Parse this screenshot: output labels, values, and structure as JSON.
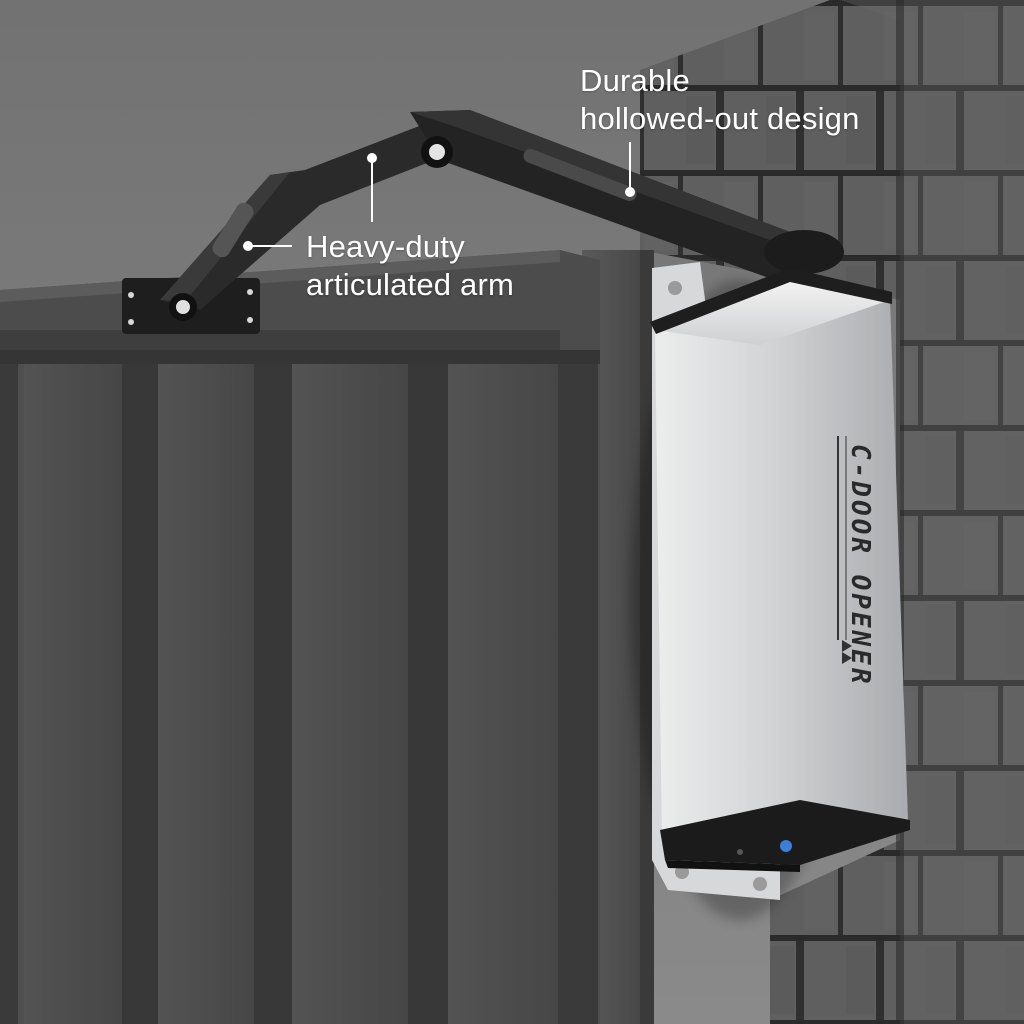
{
  "callouts": {
    "design": {
      "line1": "Durable",
      "line2": "hollowed-out design"
    },
    "arm": {
      "line1": "Heavy-duty",
      "line2": "articulated arm"
    }
  },
  "product": {
    "brand": "C-DOOR OPENER"
  },
  "colors": {
    "sky": "#7c7c7c",
    "gate": "#4a4a4a",
    "brick": "#5e5e5e",
    "mortar": "#2c2c2c",
    "housing": "#c9cacc",
    "arm": "#262626",
    "callout_text": "#ffffff",
    "sensor_light": "#3b7fd9"
  }
}
